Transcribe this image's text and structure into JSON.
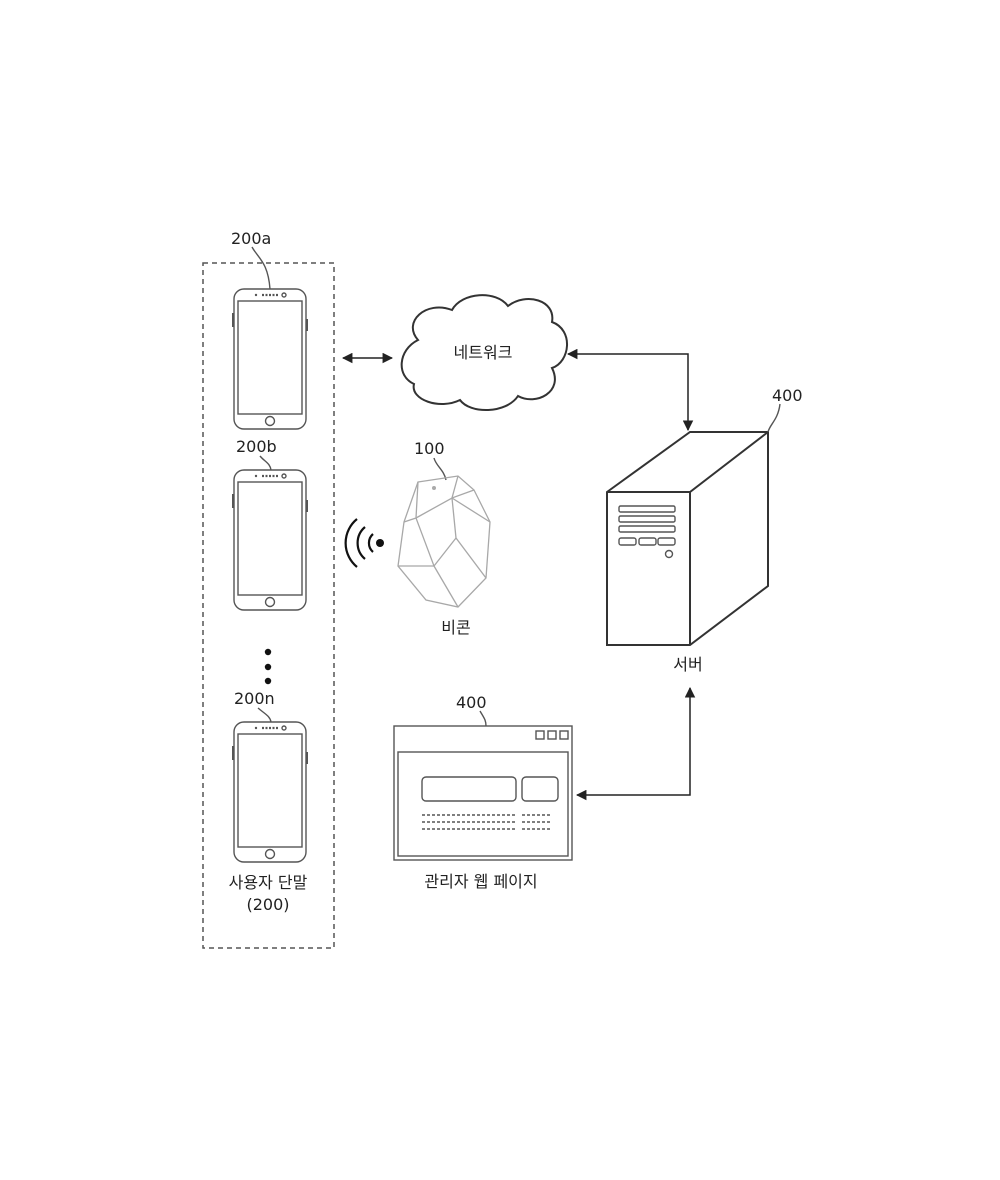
{
  "refs": {
    "phone_a": "200a",
    "phone_b": "200b",
    "phone_n": "200n",
    "beacon": "100",
    "server": "400",
    "admin_page": "400"
  },
  "labels": {
    "network": "네트워크",
    "beacon": "비콘",
    "server": "서버",
    "admin_page": "관리자 웹 페이지",
    "user_terminal": "사용자 단말",
    "user_terminal_ref": "(200)"
  }
}
